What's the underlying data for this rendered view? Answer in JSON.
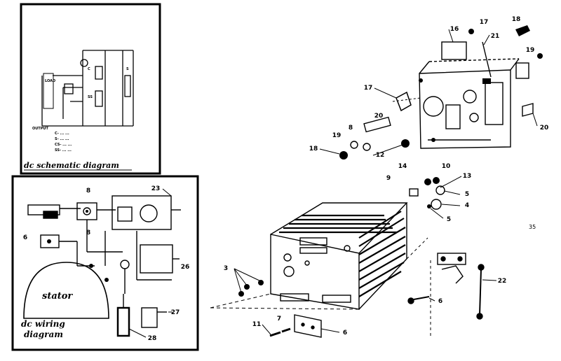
{
  "schematic": {
    "caption": "dc schematic diagram",
    "legend": [
      "C- ... ...",
      "S- ... ...",
      "CS- ... ...",
      "SS- ... ..."
    ]
  },
  "wiring": {
    "caption_1": "dc wiring",
    "caption_2": "diagram",
    "stator_label": "stator",
    "callouts": [
      "8",
      "23",
      "6",
      "8",
      "26",
      "27",
      "28"
    ]
  },
  "exploded": {
    "page_number": "35",
    "callouts": [
      "16",
      "17",
      "18",
      "21",
      "19",
      "17",
      "20",
      "20",
      "8",
      "19",
      "18",
      "12",
      "14",
      "10",
      "13",
      "9",
      "5",
      "4",
      "5",
      "3",
      "7",
      "11",
      "6",
      "22",
      "6"
    ]
  }
}
